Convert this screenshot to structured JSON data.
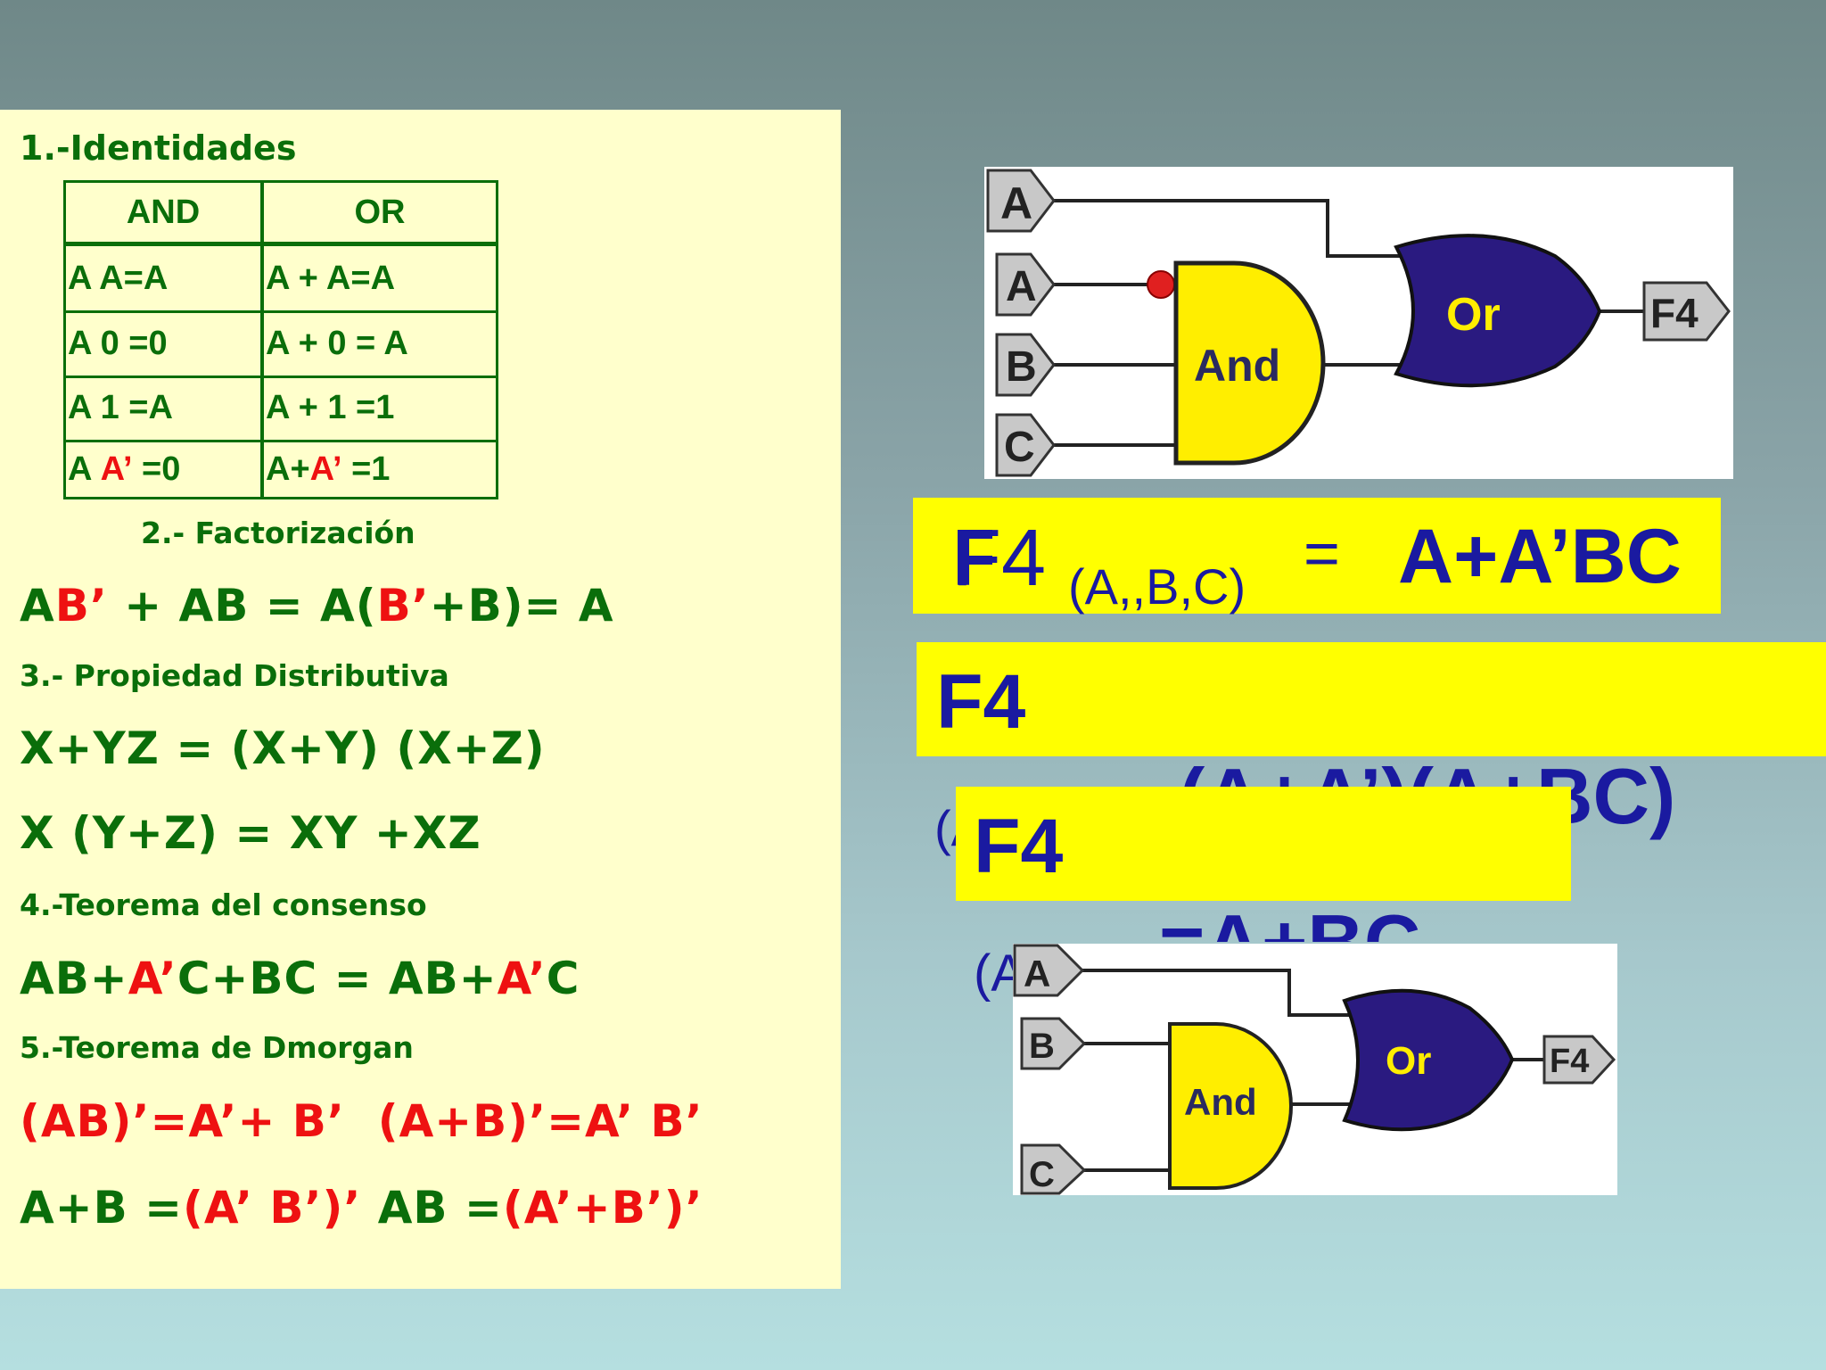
{
  "left": {
    "identities_title": "1.-Identidades",
    "table": {
      "headers": [
        "AND",
        "OR"
      ],
      "rows": [
        {
          "and": "A A=A",
          "or": "A + A=A"
        },
        {
          "and": "A 0 =0",
          "or": "A + 0 = A"
        },
        {
          "and": "A 1 =A",
          "or": "A + 1 =1"
        },
        {
          "and_a": "A ",
          "and_red": "A’",
          "and_rest": " =0",
          "or_a": "A+",
          "or_red": "A’",
          "or_rest": " =1"
        }
      ]
    },
    "factorization_title": "2.- Factorización",
    "factorization": {
      "p1": "A",
      "p2": "B’",
      "p3": " + AB = A(",
      "p4": "B’",
      "p5": "+B)= A"
    },
    "distributive_title": "3.- Propiedad Distributiva",
    "distributive_1": "X+YZ = (X+Y) (X+Z)",
    "distributive_2": "X (Y+Z) = XY +XZ",
    "consensus_title": "4.-Teorema del consenso",
    "consensus": {
      "p1": "AB+",
      "p2": "A’",
      "p3": "C+BC = AB+",
      "p4": "A’",
      "p5": "C"
    },
    "demorgan_title": "5.-Teorema de Dmorgan",
    "demorgan_1": {
      "p1": "(AB)’=",
      "p2": "A’+ B’",
      "p3": "  (A+B)’=",
      "p4": "A’ B’"
    },
    "demorgan_2": {
      "p1": "A+B =",
      "p2": "(A’ B’)’",
      "p3": " AB =",
      "p4": "(A’+B’)’"
    }
  },
  "right": {
    "circuit1": {
      "in_a1": "A",
      "in_a2": "A",
      "in_b": "B",
      "in_c": "C",
      "and_label": "And",
      "or_label": "Or",
      "out": "F4"
    },
    "eq1": {
      "f4": "F4",
      "sub": "(A,,B,C)",
      "eq": "=",
      "rhs": "A+A’BC"
    },
    "box2": {
      "f4": "F4"
    },
    "mid_rhs": "(A+A’)(A+BC)",
    "mid_left": "(A",
    "box3": {
      "f4": "F4"
    },
    "low_rhs": "=A+BC",
    "low_left": "(A",
    "circuit2": {
      "in_a": "A",
      "in_b": "B",
      "in_c": "C",
      "and_label": "And",
      "or_label": "Or",
      "out": "F4"
    },
    "colors": {
      "and_gate": "#ffee00",
      "or_gate": "#2a1a80",
      "highlight": "#ffff00",
      "text_blue": "#1a1aa0"
    }
  }
}
